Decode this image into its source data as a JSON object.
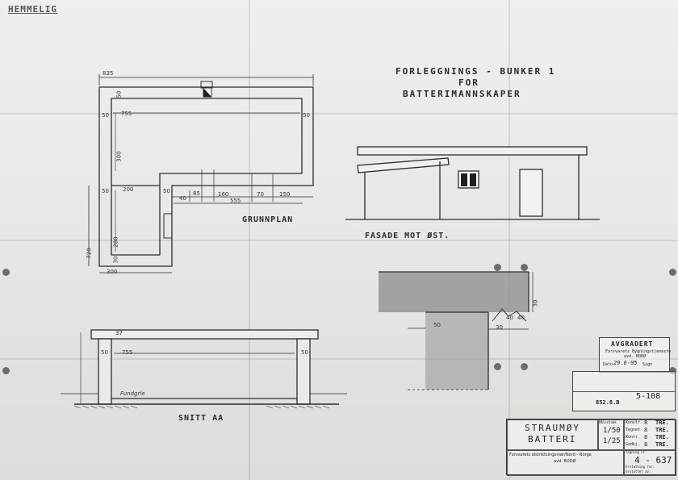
{
  "classification": "HEMMELIG",
  "title": {
    "line1": "FORLEGGNINGS - BUNKER  1",
    "line2": "FOR",
    "line3": "BATTERIMANNSKAPER"
  },
  "views": {
    "plan": "GRUNNPLAN",
    "elevation": "FASADE MOT ØST.",
    "section": "SNITT AA"
  },
  "plan_dims": {
    "top": "835",
    "inner_width": "755",
    "inner_height": "300",
    "wall": "50",
    "wall_lower_left": "50",
    "room_width": "200",
    "wall_right": "50",
    "seg1": "40",
    "seg2": "85",
    "seg3": "160",
    "seg4": "70",
    "seg5": "150",
    "seg6": "555",
    "depth": "280",
    "left_total": "720",
    "bottom_wall": "30",
    "bottom": "300"
  },
  "section_dims": {
    "roof": "37",
    "wall_left": "50",
    "inner": "755",
    "wall_right": "50",
    "label": "Fundgrle"
  },
  "right_dims": {
    "slab": "50",
    "height": "30",
    "seg1": "30",
    "seg2": "40",
    "seg3": "40"
  },
  "stamp": {
    "title": "AVGRADERT",
    "line1": "Forsvarets Bygningstjeneste",
    "line2": "avd. BODØ",
    "dato_label": "Dato",
    "dato": "29.6-95",
    "sign_label": "Sign"
  },
  "ref_box": {
    "code": "5-108",
    "num": "852.8.B"
  },
  "title_block": {
    "name_line1": "STRAUMØY",
    "name_line2": "BATTERI",
    "scale1": "1/50",
    "scale2": "1/25",
    "scale_label": "Målestokk",
    "office": "Forsvarets distriktsingeniør/Nord - Norge",
    "office2": "avd. BODØ",
    "drawing_no": "4 - 637",
    "drawing_no_label": "Tegning nr.",
    "rows": [
      {
        "label": "Konstr.",
        "val": "8",
        "init": "TRE."
      },
      {
        "label": "Tegnet",
        "val": "8",
        "init": "TRE."
      },
      {
        "label": "Kontr.",
        "val": "8",
        "init": "TRE."
      },
      {
        "label": "Godkj.",
        "val": "8",
        "init": "TRE."
      }
    ],
    "erstatning_label": "Erstatning for:",
    "erstattet_label": "Erstattet av:"
  }
}
